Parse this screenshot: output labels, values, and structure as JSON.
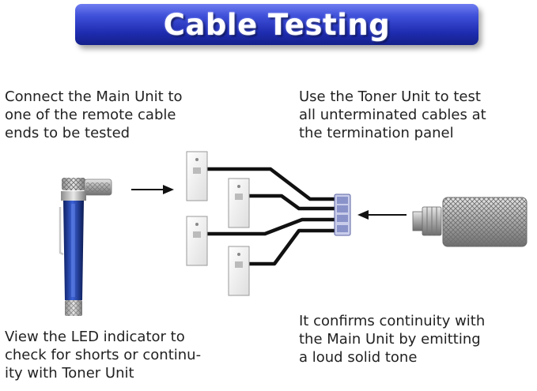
{
  "banner": {
    "title": "Cable Testing"
  },
  "captions": {
    "top_left": "Connect the Main Unit to\none of the remote cable\nends to be tested",
    "top_right": "Use the Toner Unit to test\nall unterminated cables at\nthe termination panel",
    "bottom_left": "View the LED indicator to\ncheck for shorts or continu-\nity with Toner Unit",
    "bottom_right": "It confirms continuity with\nthe Main Unit by emitting\na loud solid tone"
  },
  "colors": {
    "banner": "#2433c0",
    "main_unit_body": "#1d3a9a",
    "toner_metal": "#b4b4b4",
    "cable": "#111111",
    "connector_panel": "#8a93c9"
  }
}
